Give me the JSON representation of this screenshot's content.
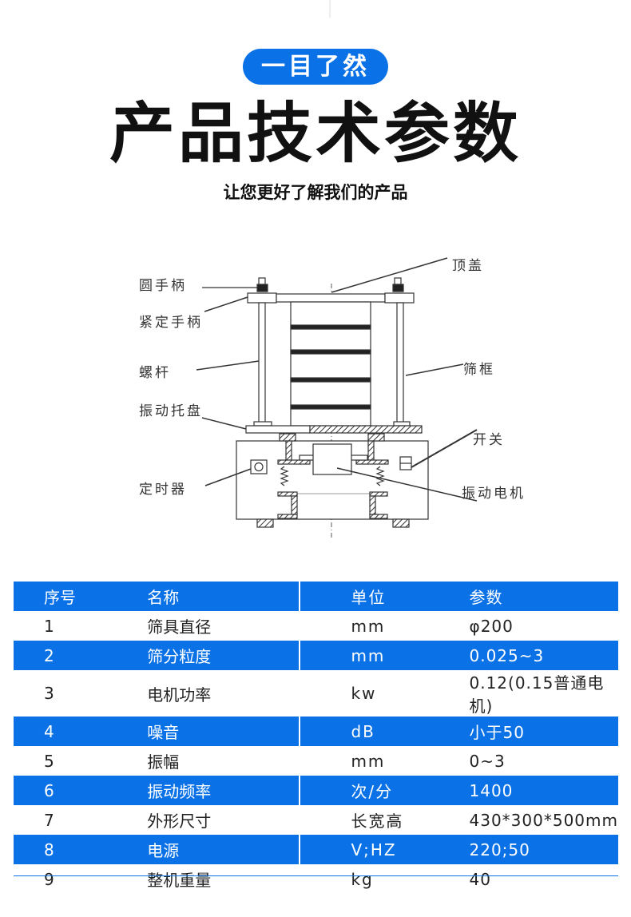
{
  "header": {
    "badge": "一目了然",
    "title": "产品技术参数",
    "subtitle": "让您更好了解我们的产品"
  },
  "diagram": {
    "labels": {
      "round_handle": "圆手柄",
      "tight_handle": "紧定手柄",
      "screw_rod": "螺杆",
      "vibration_tray": "振动托盘",
      "timer": "定时器",
      "top_cover": "顶盖",
      "sieve_frame": "筛框",
      "switch": "开关",
      "vibration_motor": "振动电机"
    }
  },
  "table": {
    "headers": [
      "序号",
      "名称",
      "单位",
      "参数"
    ],
    "rows": [
      [
        "1",
        "筛具直径",
        "mm",
        "φ200"
      ],
      [
        "2",
        "筛分粒度",
        "mm",
        "0.025~3"
      ],
      [
        "3",
        "电机功率",
        "kw",
        "0.12(0.15普通电机)"
      ],
      [
        "4",
        "噪音",
        "dB",
        "小于50"
      ],
      [
        "5",
        "振幅",
        "mm",
        "0~3"
      ],
      [
        "6",
        "振动频率",
        "次/分",
        "1400"
      ],
      [
        "7",
        "外形尺寸",
        "长宽高",
        "430*300*500mm"
      ],
      [
        "8",
        "电源",
        "V;HZ",
        "220;50"
      ],
      [
        "9",
        "整机重量",
        "kg",
        "40"
      ]
    ]
  },
  "colors": {
    "accent": "#0a72e6"
  }
}
